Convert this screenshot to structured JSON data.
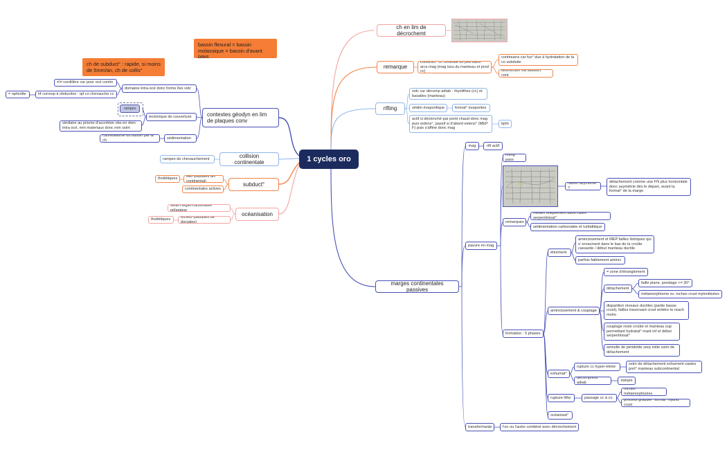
{
  "root": {
    "title": "1 cycles oro"
  },
  "callouts": {
    "subduct_speed": "ch de subduct° : rapide, si moins de 5mm/an, ch de collis°",
    "bassin": "bassin flexural = bassin molassique = bassin d'avant pays"
  },
  "left": {
    "contextes": {
      "title": "contextes géodyn en lim de plaques conv",
      "intra_oce": "domaine intra-océ donc forme îles volc",
      "cordillere": "≠/≠ cordillère car pour océ contin",
      "t4": "t4 corresp à obduction : qd co chevauche cc",
      "ophiolite": "= ophiolite",
      "tectonique": "tectonique de couverture",
      "rampes": "rampes",
      "similaire": "similaire au prisme d'accrétion obs en dom intra océ, mm materiaux donc mm sstm",
      "sedimentation": "sédimentation",
      "cannibalisme": "cannibalisme du bassin par la ch"
    },
    "collision": {
      "title": "collision continentale",
      "rampes_chev": "rampes de chevauchement"
    },
    "subduct": {
      "title": "subduct°",
      "iab": "IAB (basaltes arc continental)",
      "tholeiitiques": "tholéitiques",
      "marges_actives": "marges continentales actives »"
    },
    "oceanisation": {
      "title": "océanisation",
      "sedim": "sédim argilo-carbonatée pélagique",
      "morb": "MORB (basaltes de dorsales)",
      "tholeiitiques": "tholéitiques"
    }
  },
  "right": {
    "decrochemt": {
      "title": "ch en lim de décrochemt"
    },
    "remarque": {
      "title": "remarque",
      "construct": "construct° cc continue un peu dans arcs mag (mag issu du manteau et prod cc)",
      "contin": "continuera car fus° due à hydratation de la co subduite",
      "destruction": "destruction via subduct° cont"
    },
    "rifting": {
      "title": "rifting",
      "volc": "volc car décomp adiab : rhyolithes (cc) et basaltes (manteau)",
      "sedim_evap": "sédim évaporitique",
      "format_evap": "format° évaporites",
      "actif": "actif si déclenché par point chaud donc mag puis extens°, passif si d'abord extens° (MEP F) puis s'affine donc mag",
      "bpht": "bpht"
    },
    "marges": {
      "title": "marges continentales passives",
      "mag": "mag",
      "rift_actif": "rift actif",
      "pauvre": "pauvre en mag",
      "rifting_pass": "rifting pass",
      "raison": "raison asymétrie ?",
      "detachement_asym": "détachement comme une FN plus horizontale donc asymétrie dès le départ, avant la format° de la marge",
      "remarques": "remarques",
      "metam": "métam uniquement dans cadre serpentinisat°",
      "sedim_carb": "sédimentation carbonatée et turbiditique",
      "formation": "formation : 5 phases",
      "etirement": "étirement",
      "amincissement_mep": "amincissement et MEP failles listriques qui s' enracinent dans le bas de la croûte cassante / début manteau ductile",
      "parfois": "parfois faiblement aminci",
      "aminc_couplage": "amincissement & couplage",
      "zone_etranglement": "= zone d'étranglement",
      "detachement": "détachement",
      "faille_plane": "faille plane, pendage <= 30°",
      "metamorphisme": "métamorphisme sv. roches crust mylonitisées",
      "disparition": "disparition niveaux ductiles (partie basse crust), failles traversant crust entière to reach moho",
      "couplage": "couplage reste croûte et manteau sup permettant hydratat° mant inf et début serpentinisat°",
      "semelle": "semelle de péridotite serp initie sstm de détachement",
      "exhumat": "exhumat°",
      "rupture_cc": "rupture cc hyper-étirée",
      "sstm_detach": "sstm de détachement exhument vastes port° manteau subcontinental",
      "decompress": "décompress° adiab",
      "metam2": "métam",
      "rupture_litho": "rupture litho",
      "passage": "passage cc à co",
      "roches_meta": "roches métamorphisées",
      "process": "process graduel : format° hybrid crust",
      "oceanisat": "océanisat°",
      "transformante": "transformante",
      "lun": "l'un ou l'autre combiné avec décrochement"
    }
  },
  "colors": {
    "root": "#1c2b5e",
    "blue_branch": "#4750b5",
    "light_blue_branch": "#8fb5e8",
    "orange_branch": "#f08448",
    "salmon_branch": "#f1a3a0",
    "callout": "#f57d36"
  }
}
